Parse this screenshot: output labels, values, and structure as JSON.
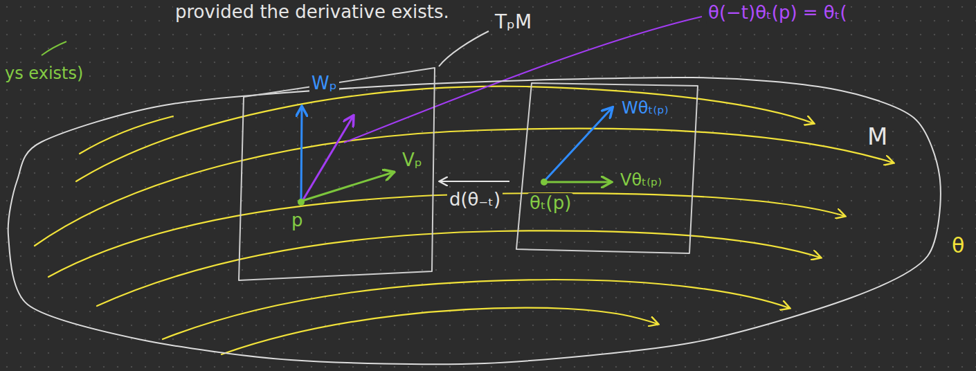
{
  "diagram": {
    "nodes": [
      {
        "text": [
          "M"
        ]
      },
      {
        "text": [
          "TₚM",
          "Wₚ",
          "Vₚ",
          "p"
        ],
        "in": 0
      },
      {
        "text": [
          "Wθₜ₍ₚ₎",
          "Vθₜ₍ₚ₎",
          "θₜ(p)"
        ],
        "in": 0
      }
    ],
    "edges": [
      {
        "from": 2,
        "to": 1,
        "arrow": "to",
        "label": "d(θ₋ₜ)"
      }
    ],
    "labels": [
      "provided the derivative exists.",
      "ys exists)",
      "θ(−t)θₜ(p) = θₜ(",
      "θ"
    ]
  }
}
